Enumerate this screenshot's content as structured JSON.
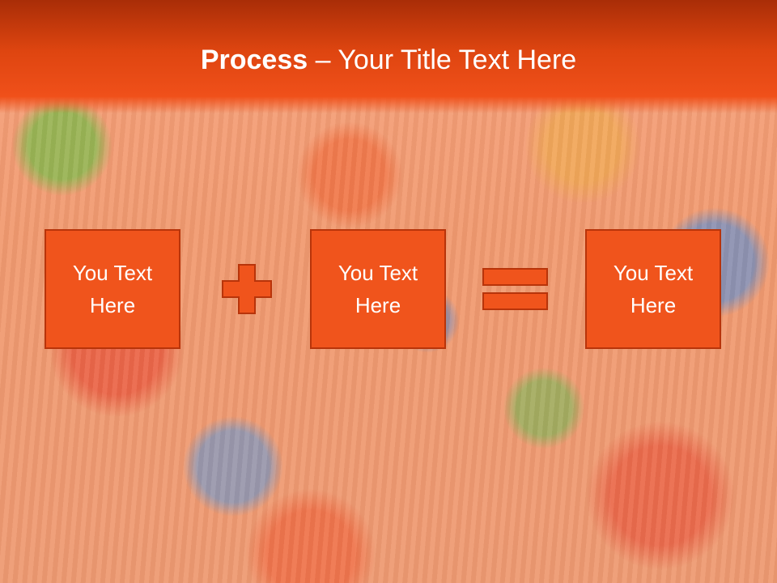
{
  "slide": {
    "title_bold": "Process",
    "title_dash": " – ",
    "title_rest": "Your Title Text Here"
  },
  "boxes": [
    {
      "line1": "You Text",
      "line2": "Here"
    },
    {
      "line1": "You Text",
      "line2": "Here"
    },
    {
      "line1": "You Text",
      "line2": "Here"
    }
  ],
  "operators": [
    "plus-icon",
    "equals-icon"
  ],
  "colors": {
    "header_dark": "#a92d07",
    "header": "#f0501a",
    "box_fill": "#f0541c",
    "box_border": "#b8340a",
    "text": "#ffffff"
  }
}
